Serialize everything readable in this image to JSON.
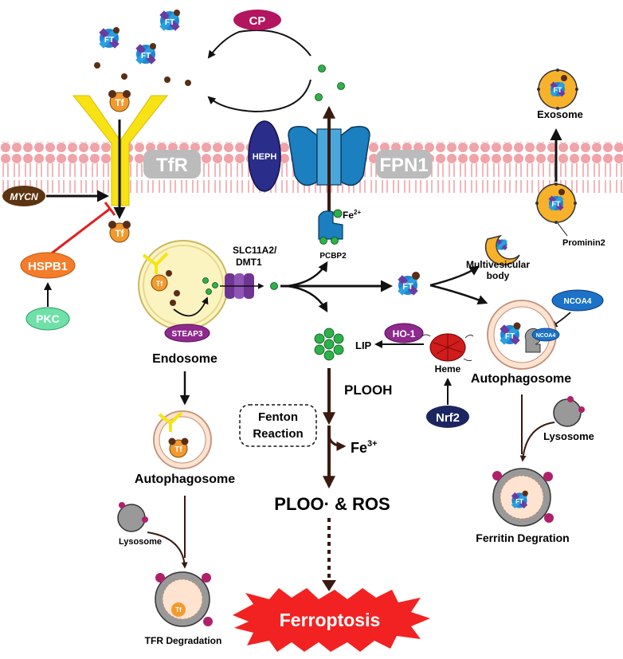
{
  "labels": {
    "cp": "CP",
    "ft": "FT",
    "tf": "Tf",
    "tfr": "TfR",
    "heph": "HEPH",
    "fpn1": "FPN1",
    "mycn": "MYCN",
    "hspb1": "HSPB1",
    "pkc": "PKC",
    "fe2_base": "Fe",
    "fe2_sup": "2+",
    "pcbp2": "PCBP2",
    "slc_line1": "SLC11A2/",
    "slc_line2": "DMT1",
    "steap3": "STEAP3",
    "endosome": "Endosome",
    "autophagosome_left": "Autophagosome",
    "lysosome_left": "Lysosome",
    "tfr_degradation": "TFR Degradation",
    "lip": "LIP",
    "ho1": "HO-1",
    "heme": "Heme",
    "nrf2": "Nrf2",
    "plooh": "PLOOH",
    "fenton_line1": "Fenton",
    "fenton_line2": "Reaction",
    "fe3_base": "Fe",
    "fe3_sup": "3+",
    "ploo_ros": "PLOO· & ROS",
    "ferroptosis": "Ferroptosis",
    "exosome": "Exosome",
    "prominin2": "Prominin2",
    "mvb_line1": "Multivesicular",
    "mvb_line2": "body",
    "ncoa4": "NCOA4",
    "autophagosome_right": "Autophagosome",
    "lysosome_right": "Lysosome",
    "ferritin_degradation": "Ferritin Degration"
  },
  "colors": {
    "membrane": "#f0a3a8",
    "tfr": "#f7e313",
    "tf": "#f39a2e",
    "ft": "#1f86d1",
    "ft_arms": "#6a3ba0",
    "fe3_dot": "#5a2e16",
    "fe2_dot": "#2db24a",
    "cp": "#b3155f",
    "heph": "#2a2d8a",
    "fpn1": "#1b7fc0",
    "mycn": "#5c3411",
    "hspb1": "#f57c2a",
    "pkc": "#6fe0a8",
    "steap3": "#8e2a8e",
    "dmt1": "#6e3592",
    "ho1": "#8e2a8e",
    "heme": "#d11c1c",
    "nrf2": "#1b2560",
    "ncoa4": "#1b72c8",
    "lysosome": "#999999",
    "lysosome_knob": "#b0206a",
    "ferroptosis": "#f22222",
    "inhibition": "#e02020"
  },
  "icons": [
    "ft-icon",
    "tf-icon",
    "iron-dot-icon",
    "lysosome-icon",
    "heme-icon"
  ]
}
